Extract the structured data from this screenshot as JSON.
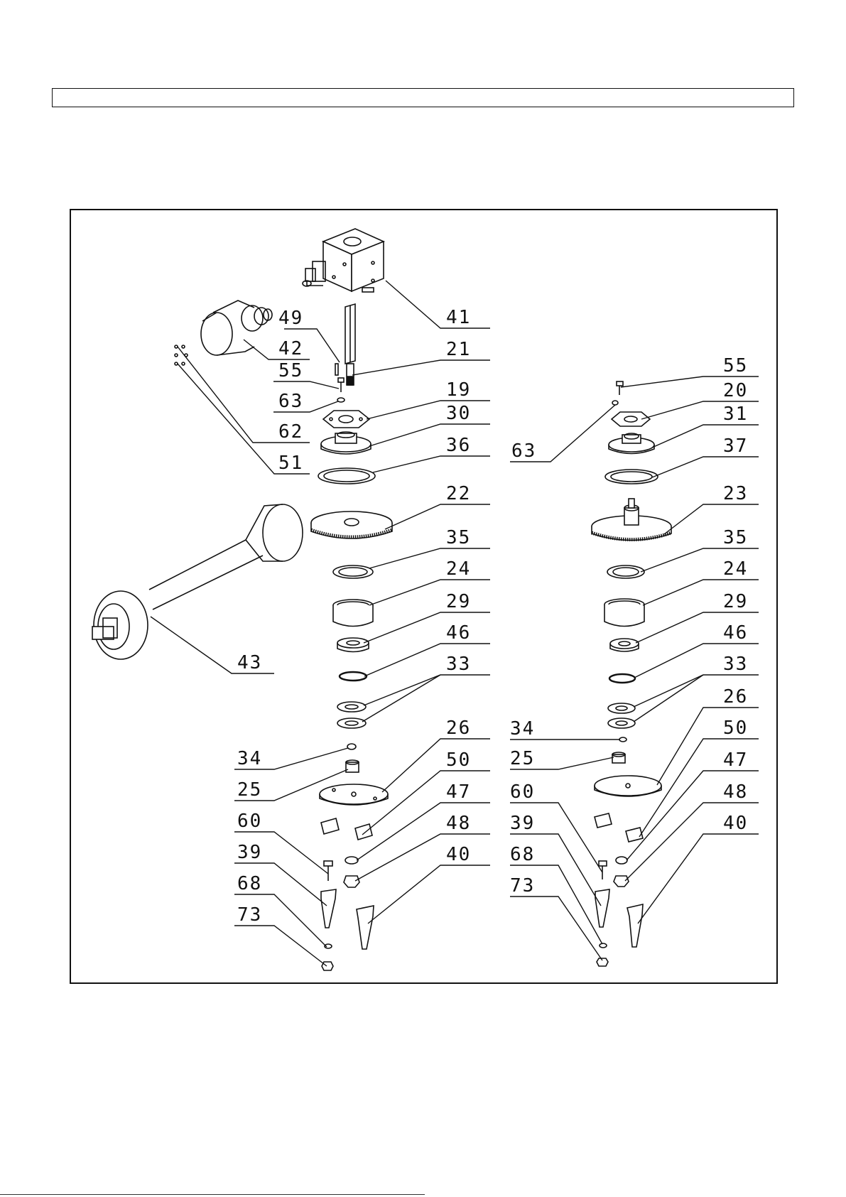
{
  "header": {
    "title": ""
  },
  "diagram": {
    "parts": {
      "p41": "41",
      "p49": "49",
      "p42": "42",
      "p21": "21",
      "p55": "55",
      "p19": "19",
      "p63": "63",
      "p30": "30",
      "p62": "62",
      "p36": "36",
      "p51": "51",
      "p22": "22",
      "p35": "35",
      "p24": "24",
      "p29": "29",
      "p46": "46",
      "p43": "43",
      "p33": "33",
      "p26": "26",
      "p34": "34",
      "p50": "50",
      "p25": "25",
      "p47": "47",
      "p60": "60",
      "p48": "48",
      "p39": "39",
      "p40": "40",
      "p68": "68",
      "p73": "73",
      "r55": "55",
      "r20": "20",
      "r63": "63",
      "r31": "31",
      "r37": "37",
      "r23": "23",
      "r35": "35",
      "r24": "24",
      "r29": "29",
      "r46": "46",
      "r33": "33",
      "r26": "26",
      "r34": "34",
      "r50": "50",
      "r25": "25",
      "r47": "47",
      "r60": "60",
      "r48": "48",
      "r39": "39",
      "r40": "40",
      "r68": "68",
      "r73": "73"
    }
  }
}
